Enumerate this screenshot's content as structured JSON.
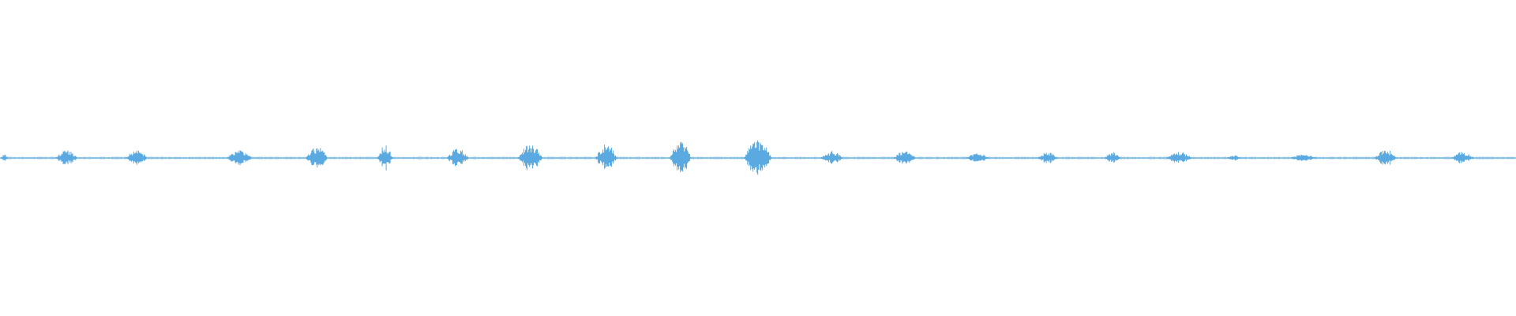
{
  "waveform": {
    "wave_color": "#5aa9e0",
    "baseline_amplitude": 0.006,
    "bursts": [
      {
        "t": 0.003,
        "amp": 0.012,
        "dur": 0.004
      },
      {
        "t": 0.044,
        "amp": 0.026,
        "dur": 0.014
      },
      {
        "t": 0.09,
        "amp": 0.024,
        "dur": 0.014
      },
      {
        "t": 0.158,
        "amp": 0.026,
        "dur": 0.016
      },
      {
        "t": 0.209,
        "amp": 0.04,
        "dur": 0.014
      },
      {
        "t": 0.254,
        "amp": 0.04,
        "dur": 0.01
      },
      {
        "t": 0.302,
        "amp": 0.03,
        "dur": 0.014
      },
      {
        "t": 0.35,
        "amp": 0.043,
        "dur": 0.016
      },
      {
        "t": 0.4,
        "amp": 0.045,
        "dur": 0.014
      },
      {
        "t": 0.449,
        "amp": 0.052,
        "dur": 0.014
      },
      {
        "t": 0.5,
        "amp": 0.058,
        "dur": 0.018
      },
      {
        "t": 0.549,
        "amp": 0.022,
        "dur": 0.014
      },
      {
        "t": 0.597,
        "amp": 0.024,
        "dur": 0.014
      },
      {
        "t": 0.645,
        "amp": 0.016,
        "dur": 0.014
      },
      {
        "t": 0.691,
        "amp": 0.02,
        "dur": 0.012
      },
      {
        "t": 0.734,
        "amp": 0.02,
        "dur": 0.01
      },
      {
        "t": 0.778,
        "amp": 0.02,
        "dur": 0.016
      },
      {
        "t": 0.814,
        "amp": 0.01,
        "dur": 0.008
      },
      {
        "t": 0.86,
        "amp": 0.012,
        "dur": 0.016
      },
      {
        "t": 0.914,
        "amp": 0.028,
        "dur": 0.014
      },
      {
        "t": 0.965,
        "amp": 0.02,
        "dur": 0.014
      }
    ]
  }
}
